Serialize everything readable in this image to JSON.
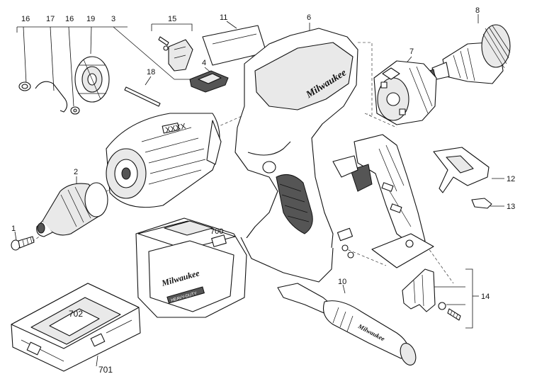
{
  "diagram": {
    "callouts": [
      {
        "id": "c16a",
        "text": "16"
      },
      {
        "id": "c17",
        "text": "17"
      },
      {
        "id": "c16b",
        "text": "16"
      },
      {
        "id": "c19",
        "text": "19"
      },
      {
        "id": "c3",
        "text": "3"
      },
      {
        "id": "c15",
        "text": "15"
      },
      {
        "id": "c11",
        "text": "11"
      },
      {
        "id": "c6",
        "text": "6"
      },
      {
        "id": "c8",
        "text": "8"
      },
      {
        "id": "c18",
        "text": "18"
      },
      {
        "id": "c4",
        "text": "4"
      },
      {
        "id": "c7",
        "text": "7"
      },
      {
        "id": "c2",
        "text": "2"
      },
      {
        "id": "c12",
        "text": "12"
      },
      {
        "id": "c13",
        "text": "13"
      },
      {
        "id": "c1",
        "text": "1"
      },
      {
        "id": "c700",
        "text": "700"
      },
      {
        "id": "c10",
        "text": "10"
      },
      {
        "id": "c14",
        "text": "14"
      },
      {
        "id": "c702",
        "text": "702"
      },
      {
        "id": "c701",
        "text": "701"
      }
    ],
    "brand_marks": {
      "housing": "Milwaukee",
      "case": "Milwaukee",
      "handle": "Milwaukee",
      "case_strip": "HEAVY-DUTY"
    }
  }
}
